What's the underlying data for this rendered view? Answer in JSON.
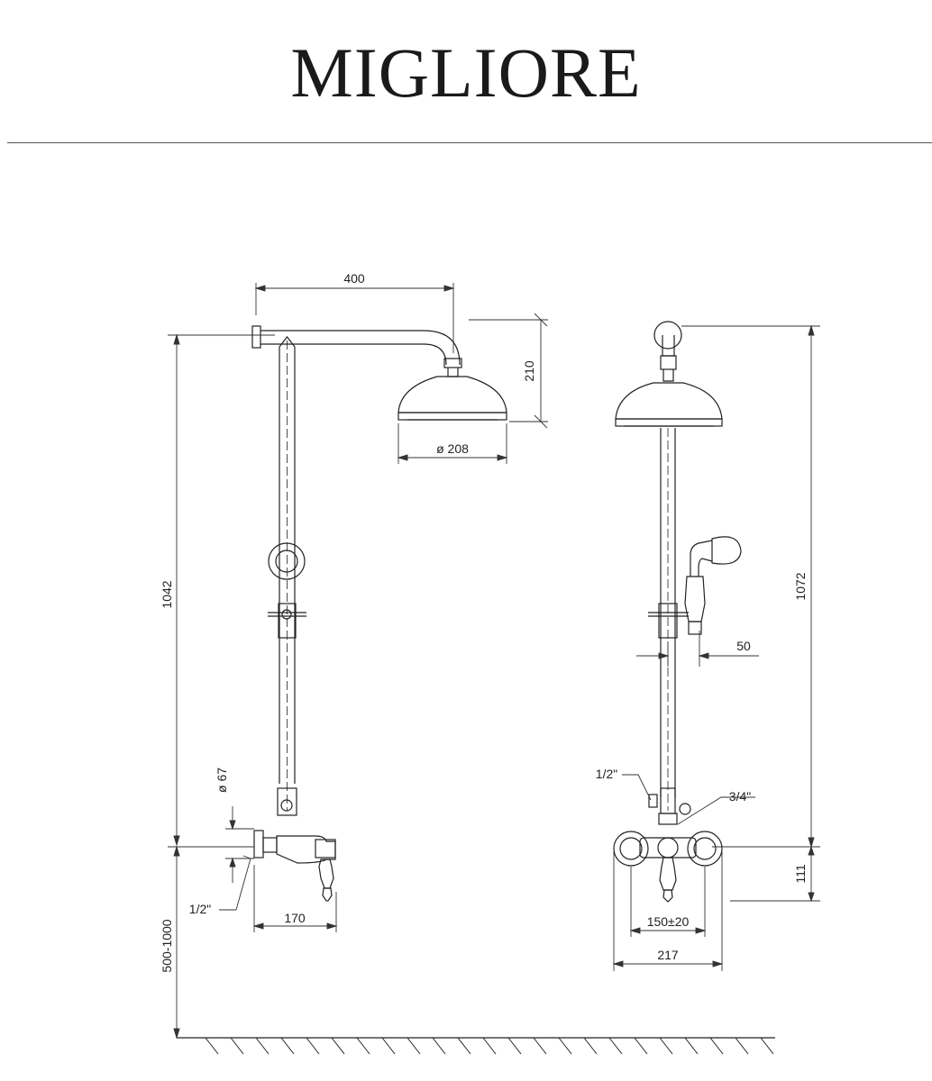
{
  "brand": "MIGLIORE",
  "side_view": {
    "arm_length": "400",
    "head_drop": "210",
    "head_diameter": "ø 208",
    "total_height": "1042",
    "mount_height": "500-1000",
    "valve_diameter": "ø 67",
    "inlet": "1/2\"",
    "projection": "170"
  },
  "front_view": {
    "total_height": "1072",
    "holder_offset": "50",
    "outlet_half": "1/2\"",
    "outlet_threequarter": "3/4\"",
    "valve_height": "111",
    "centers": "150±20",
    "width": "217"
  }
}
